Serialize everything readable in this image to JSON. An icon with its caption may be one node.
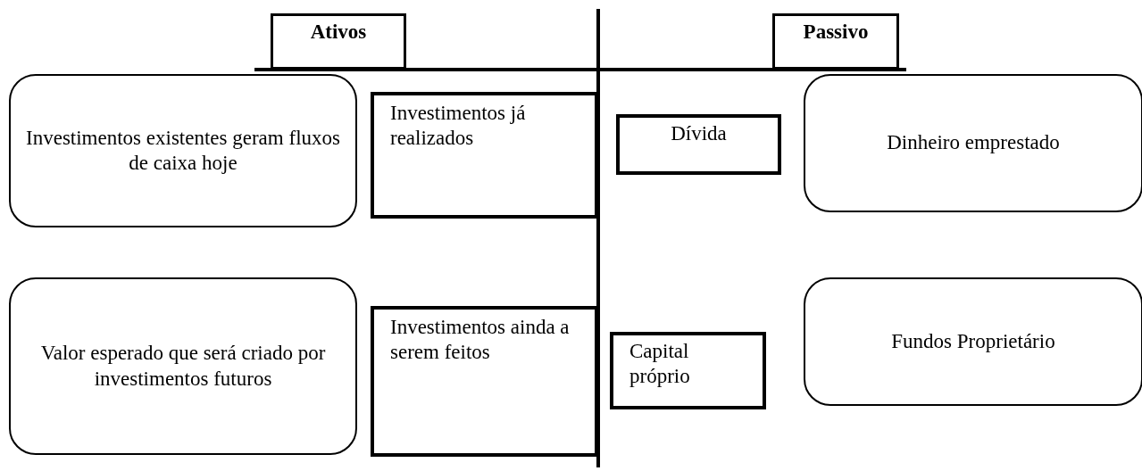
{
  "diagram": {
    "nodes": [
      {
        "text": [
          "Ativos"
        ]
      },
      {
        "text": [
          "Passivo"
        ]
      },
      {
        "text": [
          "Investimentos existentes geram fluxos de caixa hoje"
        ]
      },
      {
        "text": [
          "Investimentos já realizados"
        ]
      },
      {
        "text": [
          "Dívida"
        ]
      },
      {
        "text": [
          "Dinheiro emprestado"
        ]
      },
      {
        "text": [
          "Valor esperado que será criado por investimentos futuros"
        ]
      },
      {
        "text": [
          "Investimentos ainda a serem feitos"
        ]
      },
      {
        "text": [
          "Capital próprio"
        ]
      },
      {
        "text": [
          "Fundos Proprietário"
        ]
      }
    ],
    "edges": []
  }
}
